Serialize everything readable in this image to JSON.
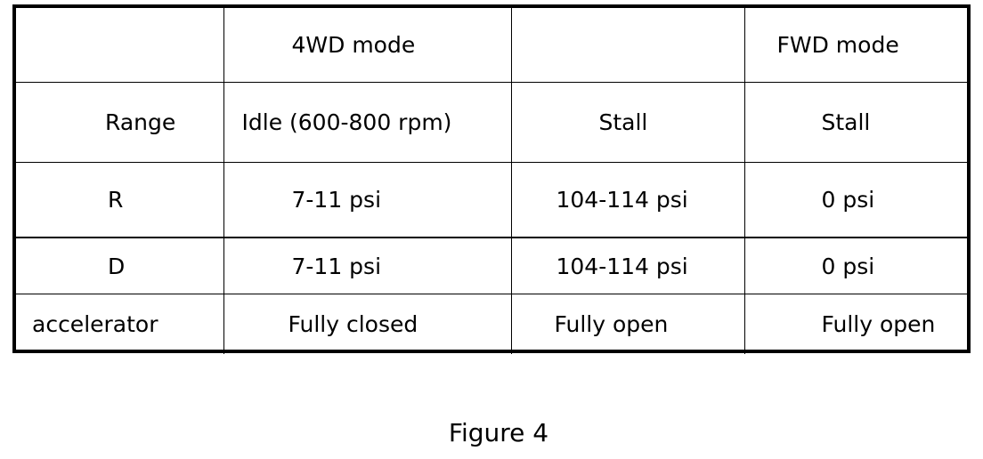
{
  "table": {
    "header": [
      "",
      "4WD mode",
      "",
      "FWD mode"
    ],
    "rows": [
      [
        "Range",
        "Idle (600-800 rpm)",
        "Stall",
        "Stall"
      ],
      [
        "R",
        "7-11 psi",
        "104-114 psi",
        "0 psi"
      ],
      [
        "D",
        "7-11 psi",
        "104-114 psi",
        "0 psi"
      ],
      [
        "accelerator",
        "Fully closed",
        "Fully open",
        "Fully open"
      ]
    ]
  },
  "caption": "Figure 4"
}
